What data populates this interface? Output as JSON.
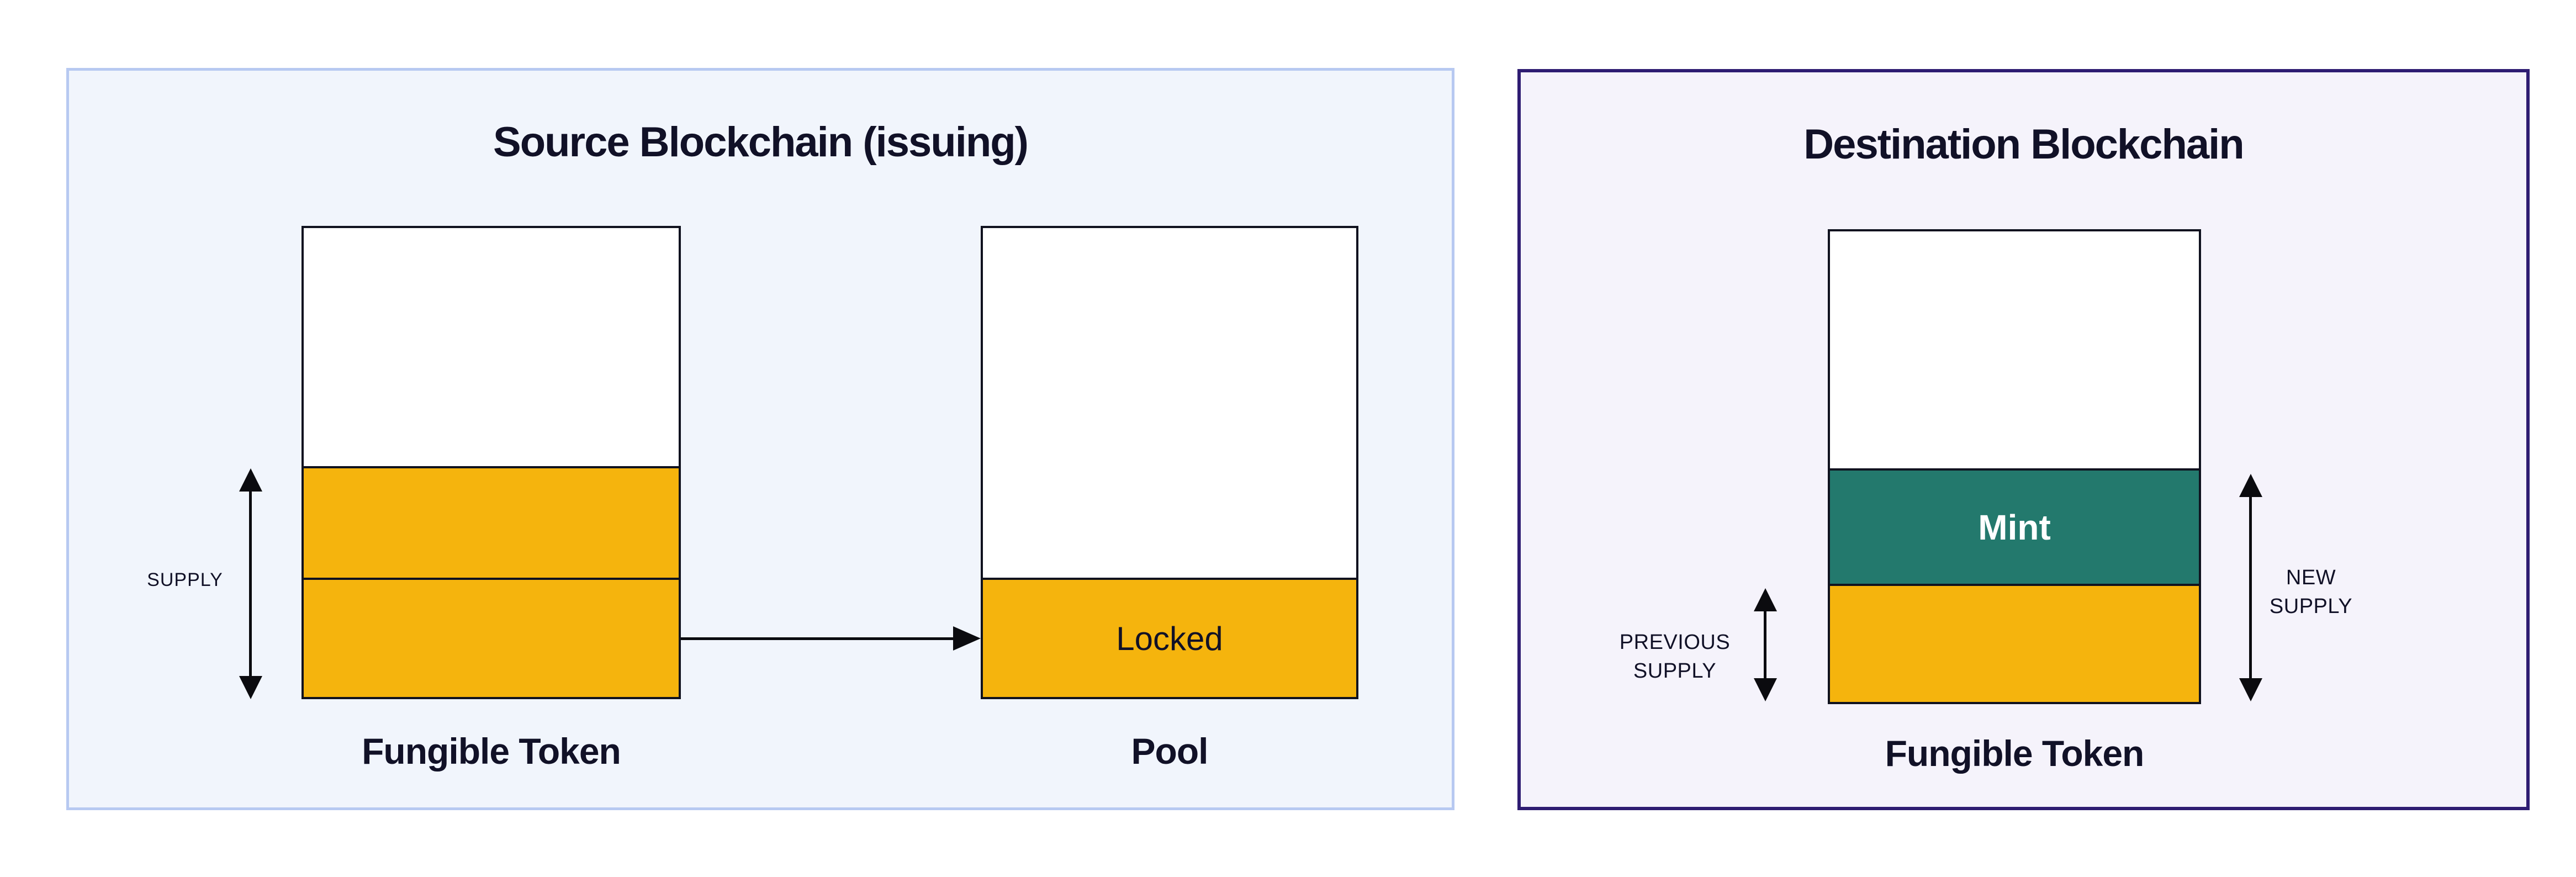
{
  "colors": {
    "canvas_bg": "#ffffff",
    "panel_blue_bg": "#f1f5fc",
    "panel_blue_border": "#b7c9f1",
    "panel_purple_bg": "#f5f3fb",
    "panel_purple_border": "#2e1c72",
    "token_yellow": "#f5b40d",
    "mint_teal": "#23796d",
    "box_border": "#10121f",
    "text_dark": "#111127",
    "mint_text": "#ffffff",
    "arrow_ink": "#0b0b0f"
  },
  "source_panel": {
    "title": "Source Blockchain (issuing)",
    "supply_label": "SUPPLY",
    "fungible_token_label": "Fungible Token",
    "locked_label": "Locked",
    "pool_label": "Pool"
  },
  "destination_panel": {
    "title": "Destination Blockchain",
    "mint_label": "Mint",
    "previous_supply": {
      "line1": "PREVIOUS",
      "line2": "SUPPLY"
    },
    "new_supply": {
      "line1": "NEW",
      "line2": "SUPPLY"
    },
    "fungible_token_label": "Fungible Token"
  }
}
